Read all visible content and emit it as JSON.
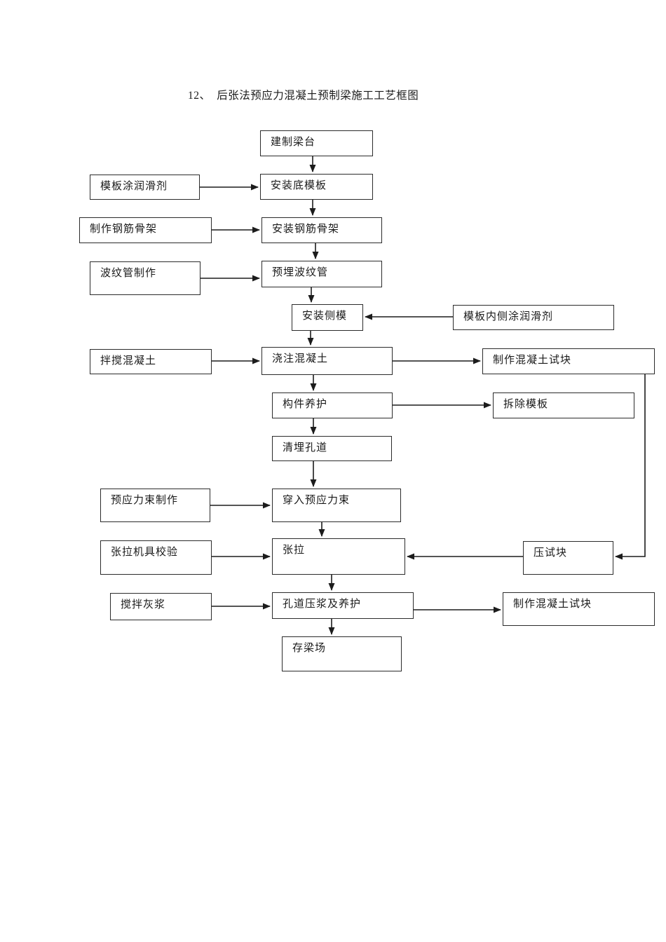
{
  "page": {
    "title": "12、  后张法预应力混凝土预制梁施工工艺框图"
  },
  "flowchart": {
    "nodes": [
      {
        "id": "build-beam-platform",
        "label": "建制梁台"
      },
      {
        "id": "formwork-lubricant",
        "label": "模板涂润滑剂"
      },
      {
        "id": "install-bottom-formwork",
        "label": "安装底模板"
      },
      {
        "id": "make-rebar-skeleton",
        "label": "制作钢筋骨架"
      },
      {
        "id": "install-rebar-skeleton",
        "label": "安装钢筋骨架"
      },
      {
        "id": "corrugated-pipe-making",
        "label": "波纹管制作"
      },
      {
        "id": "embed-corrugated-pipe",
        "label": "预埋波纹管"
      },
      {
        "id": "install-side-formwork",
        "label": "安装侧模"
      },
      {
        "id": "inner-formwork-lubricant",
        "label": "模板内侧涂润滑剂"
      },
      {
        "id": "mix-concrete",
        "label": "拌搅混凝土"
      },
      {
        "id": "pour-concrete",
        "label": "浇注混凝土"
      },
      {
        "id": "make-concrete-test-block-1",
        "label": "制作混凝土试块"
      },
      {
        "id": "component-curing",
        "label": "构件养护"
      },
      {
        "id": "remove-formwork",
        "label": "拆除模板"
      },
      {
        "id": "clean-ducts",
        "label": "清埋孔道"
      },
      {
        "id": "prestressed-tendon-making",
        "label": "预应力束制作"
      },
      {
        "id": "thread-prestressed-tendon",
        "label": "穿入预应力束"
      },
      {
        "id": "tensioning-equipment-calibration",
        "label": "张拉机具校验"
      },
      {
        "id": "tensioning",
        "label": "张拉"
      },
      {
        "id": "press-test-block",
        "label": "压试块"
      },
      {
        "id": "mix-grout",
        "label": "搅拌灰浆"
      },
      {
        "id": "duct-grouting-and-curing",
        "label": "孔道压浆及养护"
      },
      {
        "id": "make-concrete-test-block-2",
        "label": "制作混凝土试块"
      },
      {
        "id": "beam-storage-yard",
        "label": "存梁场"
      }
    ]
  },
  "colors": {
    "background": "#ffffff",
    "box_border": "#2b2b2b",
    "connector_line": "#1c1c1c",
    "text": "#1a1a1a"
  }
}
